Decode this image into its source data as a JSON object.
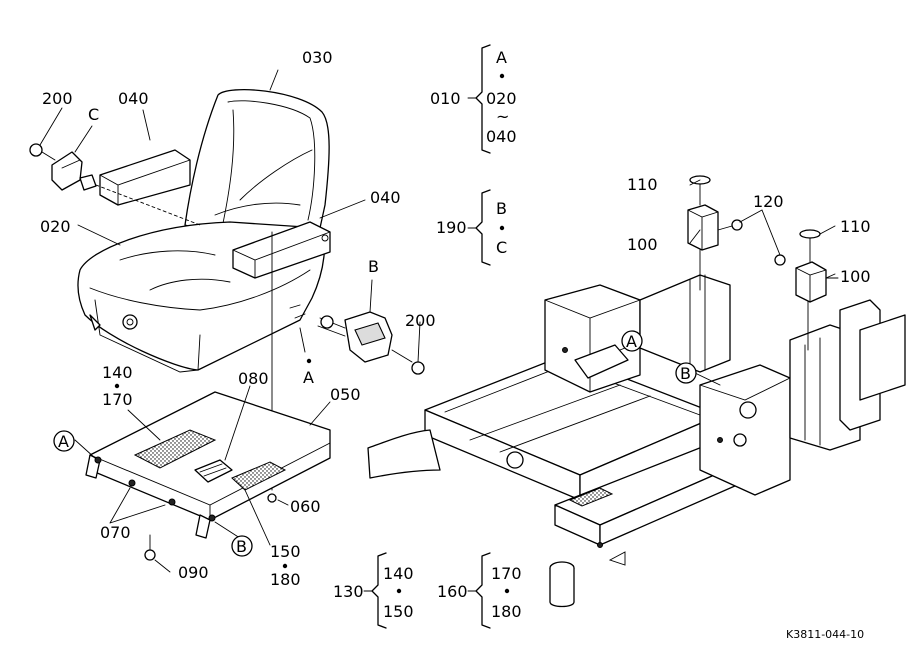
{
  "callouts": {
    "p030": "030",
    "p040_top": "040",
    "p040_right": "040",
    "p200_top": "200",
    "p200_right": "200",
    "p020": "020",
    "p050": "050",
    "p080": "080",
    "p060": "060",
    "p070": "070",
    "p090": "090",
    "p140": "140",
    "p170": "170",
    "p150": "150",
    "p180": "180",
    "p110_left": "110",
    "p110_right": "110",
    "p120": "120",
    "p100_left": "100",
    "p100_right": "100"
  },
  "ref_letters": {
    "c_seat": "C",
    "b_seat": "B",
    "a_seat": "A",
    "a_pan": "A",
    "b_pan": "B",
    "a_frame": "A",
    "b_frame": "B"
  },
  "groups": {
    "g010": {
      "code": "010",
      "items": [
        "A",
        "020",
        "~",
        "040"
      ]
    },
    "g190": {
      "code": "190",
      "items": [
        "B",
        "C"
      ]
    },
    "g130": {
      "code": "130",
      "items": [
        "140",
        "150"
      ]
    },
    "g160": {
      "code": "160",
      "items": [
        "170",
        "180"
      ]
    }
  },
  "figure_code": "K3811-044-10"
}
